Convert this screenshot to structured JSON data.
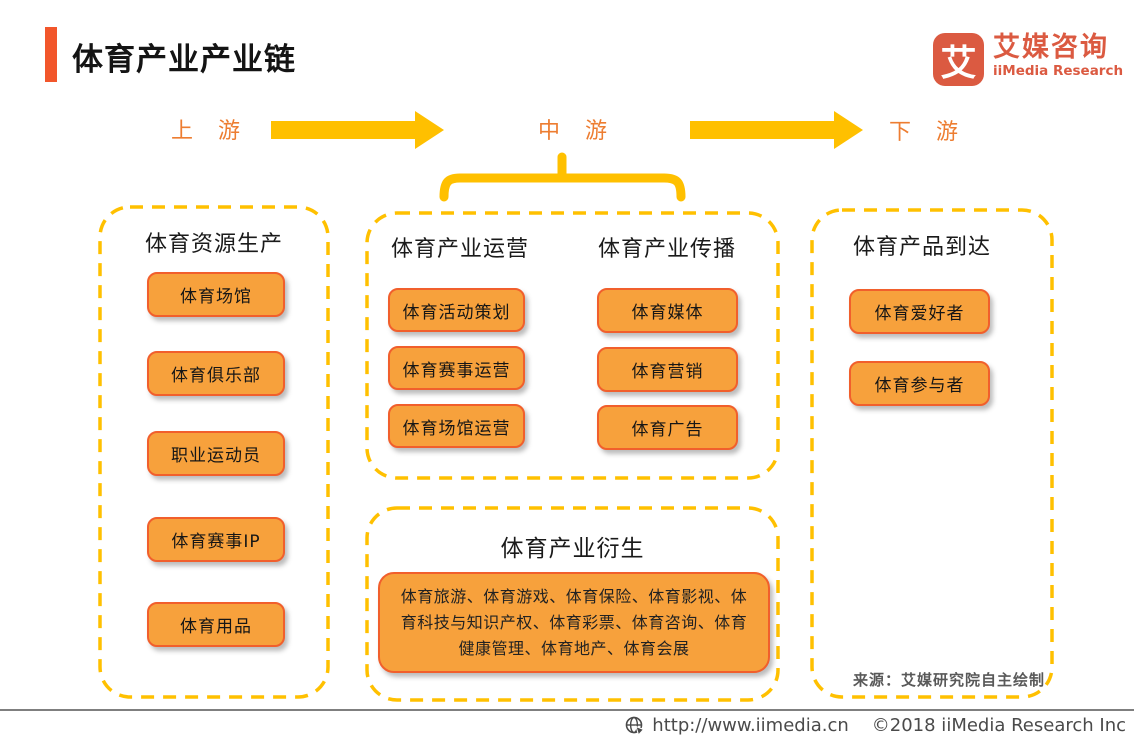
{
  "page": {
    "title": "体育产业产业链"
  },
  "logo": {
    "icon_char": "艾",
    "name_cn": "艾媒咨询",
    "name_en": "iiMedia Research"
  },
  "flow": {
    "upstream": "上 游",
    "midstream": "中 游",
    "downstream": "下 游"
  },
  "groups": {
    "upstream": {
      "title": "体育资源生产",
      "items": [
        "体育场馆",
        "体育俱乐部",
        "职业运动员",
        "体育赛事IP",
        "体育用品"
      ]
    },
    "operation": {
      "title": "体育产业运营",
      "items": [
        "体育活动策划",
        "体育赛事运营",
        "体育场馆运营"
      ]
    },
    "communication": {
      "title": "体育产业传播",
      "items": [
        "体育媒体",
        "体育营销",
        "体育广告"
      ]
    },
    "reach": {
      "title": "体育产品到达",
      "items": [
        "体育爱好者",
        "体育参与者"
      ]
    },
    "derived": {
      "title": "体育产业衍生",
      "content": "体育旅游、体育游戏、体育保险、体育影视、体育科技与知识产权、体育彩票、体育咨询、体育健康管理、体育地产、体育会展"
    }
  },
  "source_note": "来源：艾媒研究院自主绘制",
  "footer": {
    "url": "http://www.iimedia.cn",
    "copyright": "©2018  iiMedia Research Inc"
  },
  "colors": {
    "accent_red_orange": "#F2562B",
    "logo": "#DB5A41",
    "flow_label": "#ED7D31",
    "golden": "#FFC000",
    "node_fill": "#F7A13C",
    "node_border": "#F15F2C",
    "source_text": "#595959",
    "footer_text": "#4A4A4A"
  }
}
